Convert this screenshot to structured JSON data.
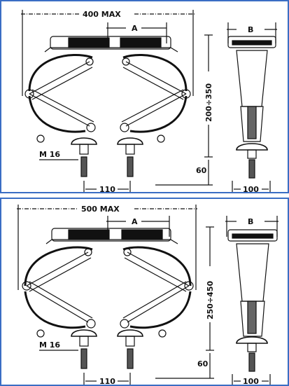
{
  "panels": [
    {
      "overall_width": "400 MAX",
      "dim_a": "A",
      "dim_b": "B",
      "height_range": "200÷350",
      "thread": "M 16",
      "bolt_spacing": "110",
      "bottom_height": "60",
      "side_width": "100"
    },
    {
      "overall_width": "500 MAX",
      "dim_a": "A",
      "dim_b": "B",
      "height_range": "250÷450",
      "thread": "M 16",
      "bolt_spacing": "110",
      "bottom_height": "60",
      "side_width": "100"
    }
  ]
}
